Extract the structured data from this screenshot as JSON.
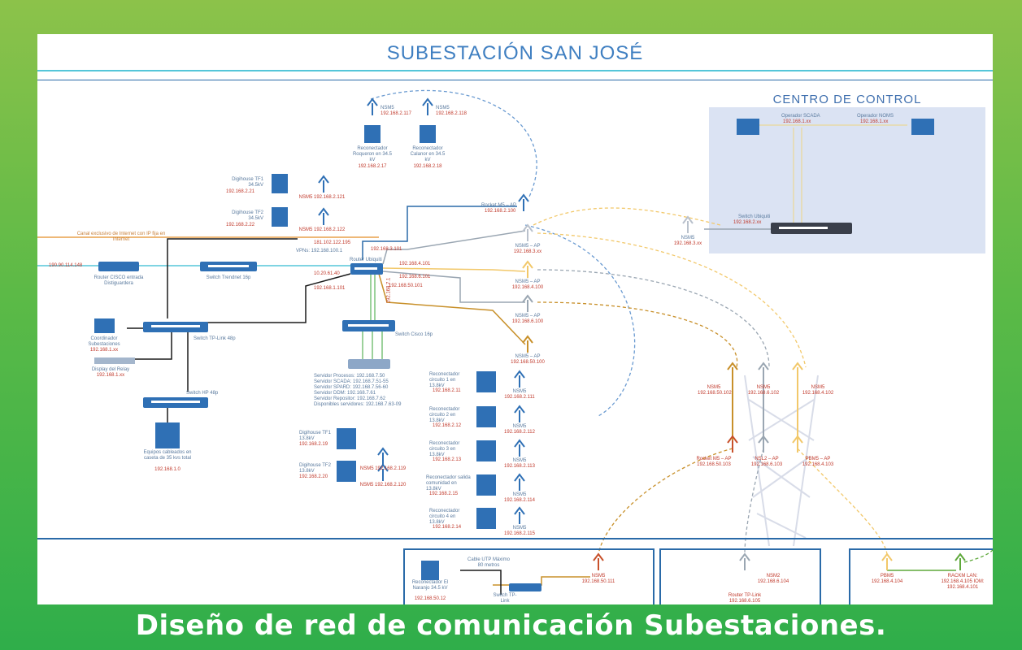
{
  "title": "SUBESTACIÓN SAN JOSÉ",
  "control_center": {
    "title": "CENTRO DE CONTROL",
    "operator_scada": "Operador SCADA",
    "operator_scada_ip": "192.168.1.xx",
    "operator_noms": "Operador NOMS",
    "operator_noms_ip": "192.168.1.xx",
    "switch_label": "Switch Ubiquiti",
    "switch_ip": "192.168.2.xx",
    "nsm_label": "NSM5",
    "nsm_ip": "192.168.3.xx"
  },
  "top": {
    "nsm5_a": "NSM5",
    "nsm5_a_ip": "192.168.2.117",
    "nsm5_b": "NSM5",
    "nsm5_b_ip": "192.168.2.118",
    "rec_a": "Reconectador Roqueron en 34.5 kV",
    "rec_a_ip": "192.168.2.17",
    "rec_b": "Reconectador Calanor en 34.5 kV",
    "rec_b_ip": "192.168.2.18",
    "digi1": "Digihouse TF1 34.5kV",
    "digi1_ip": "192.168.2.21",
    "digi2": "Digihouse TF2 34.5kV",
    "digi2_ip": "192.168.2.22",
    "nsm_121": "NSM5 192.168.2.121",
    "nsm_122": "NSM5 192.168.2.122",
    "router_m5": "Rocket M5 – AP",
    "router_m5_ip": "192.168.2.100"
  },
  "core": {
    "internet_note": "Canal exclusivo de Internet con IP fija en Internet",
    "wan_ip": "181.102.122.195",
    "vpn": "VPNs: 192.168.100.1",
    "router_label": "Router Ubiquiti",
    "ip_left": "10.20.61.40",
    "ip_3": "192.168.3.101",
    "ip_4": "192.168.4.101",
    "ip_6": "192.168.6.101",
    "ip_50": "192.168.50.101",
    "ip_1": "192.168.1.101",
    "ip_7": "192.168.7.1",
    "isp_ip": "190.90.114.148",
    "cisco": "Router CISCO entrada Distiguardera",
    "switch_trendnet": "Switch Trendnet 16p",
    "switch_tplink": "Switch TP-Link 48p",
    "coord": "Coordinador Subestaciones",
    "coord_ip": "192.168.1.xx",
    "display": "Display del Relay",
    "display_ip": "192.168.1.xx",
    "switch_hp": "Switch HP 48p",
    "equipos": "Equipos cableados en caseta de 35 kvs total",
    "equipos_ip": "192.168.1.0",
    "switch_cisco": "Switch Cisco 16p",
    "servers": [
      "Servidor Procesos: 192.168.7.50",
      "Servidor SCADA: 192.168.7.51-55",
      "Servidor SPARD: 192.168.7.56-60",
      "Servidor DDM: 192.168.7.61",
      "Servidor Repositor: 192.168.7.62",
      "Disponibles servidores: 192.168.7.63-09"
    ]
  },
  "aps": [
    {
      "label": "NSM5 – AP",
      "ip": "192.168.3.xx"
    },
    {
      "label": "NSM5 – AP",
      "ip": "192.168.4.100"
    },
    {
      "label": "NSM5 – AP",
      "ip": "192.168.6.100"
    },
    {
      "label": "NSM5 – AP",
      "ip": "192.168.50.100"
    }
  ],
  "lower_left": {
    "digi3": "Digihouse TF1 13.8kV",
    "digi3_ip": "192.168.2.19",
    "digi4": "Digihouse TF2 13.8kV",
    "digi4_ip": "192.168.2.20",
    "nsm_119": "NSM5 192.168.2.119",
    "nsm_120": "NSM5 192.168.2.120"
  },
  "reclosers": [
    {
      "label": "Reconectador circuito 1 en 13.8kV",
      "ip": "192.168.2.11",
      "nsm": "NSM5",
      "nsm_ip": "192.168.2.111"
    },
    {
      "label": "Reconectador circuito 2 en 13.8kV",
      "ip": "192.168.2.12",
      "nsm": "NSM5",
      "nsm_ip": "192.168.2.112"
    },
    {
      "label": "Reconectador circuito 3 en 13.8kV",
      "ip": "192.168.2.13",
      "nsm": "NSM5",
      "nsm_ip": "192.168.2.113"
    },
    {
      "label": "Reconectador salida comunidad en 13.8kV",
      "ip": "192.168.2.15",
      "nsm": "NSM5",
      "nsm_ip": "192.168.2.114"
    },
    {
      "label": "Reconectador circuito 4 en 13.8kV",
      "ip": "192.168.2.14",
      "nsm": "NSM5",
      "nsm_ip": "192.168.2.115"
    }
  ],
  "tower": {
    "nsm_50_102": "NSM5 192.168.50.102",
    "nsm_6_102": "NSM5 192.168.6.102",
    "nsm_4_102": "NSM5 192.168.4.102",
    "rocket_50": "Rocket M5 – AP 192.168.50.103",
    "nsl2": "NSL2 – AP 192.168.6.103",
    "pbm5": "PBM5 – AP 192.168.4.103"
  },
  "bottom": {
    "rec_el": "Reconectador El Naranjo 34.5 kV",
    "rec_el_ip": "192.168.50.12",
    "cable": "Cable UTP Máximo 80 metros",
    "switch_tp": "Switch TP-Link",
    "nsm_111": "NSM5 192.168.50.111",
    "nsm2": "NSM2 192.168.6.104",
    "router_tp": "Router TP-Link 192.168.6.105",
    "pbm5": "PBM5 192.168.4.104",
    "rocket": "RACKM LAN: 192.168.4.105 IOM: 192.168.4.101"
  },
  "caption": "Diseño de red de comunicación Subestaciones.",
  "colors": {
    "blue": "#2a6aa8",
    "orange": "#e8a04a",
    "yellow": "#f2c86a",
    "gray": "#9aa6b2",
    "green": "#5ea83a"
  }
}
